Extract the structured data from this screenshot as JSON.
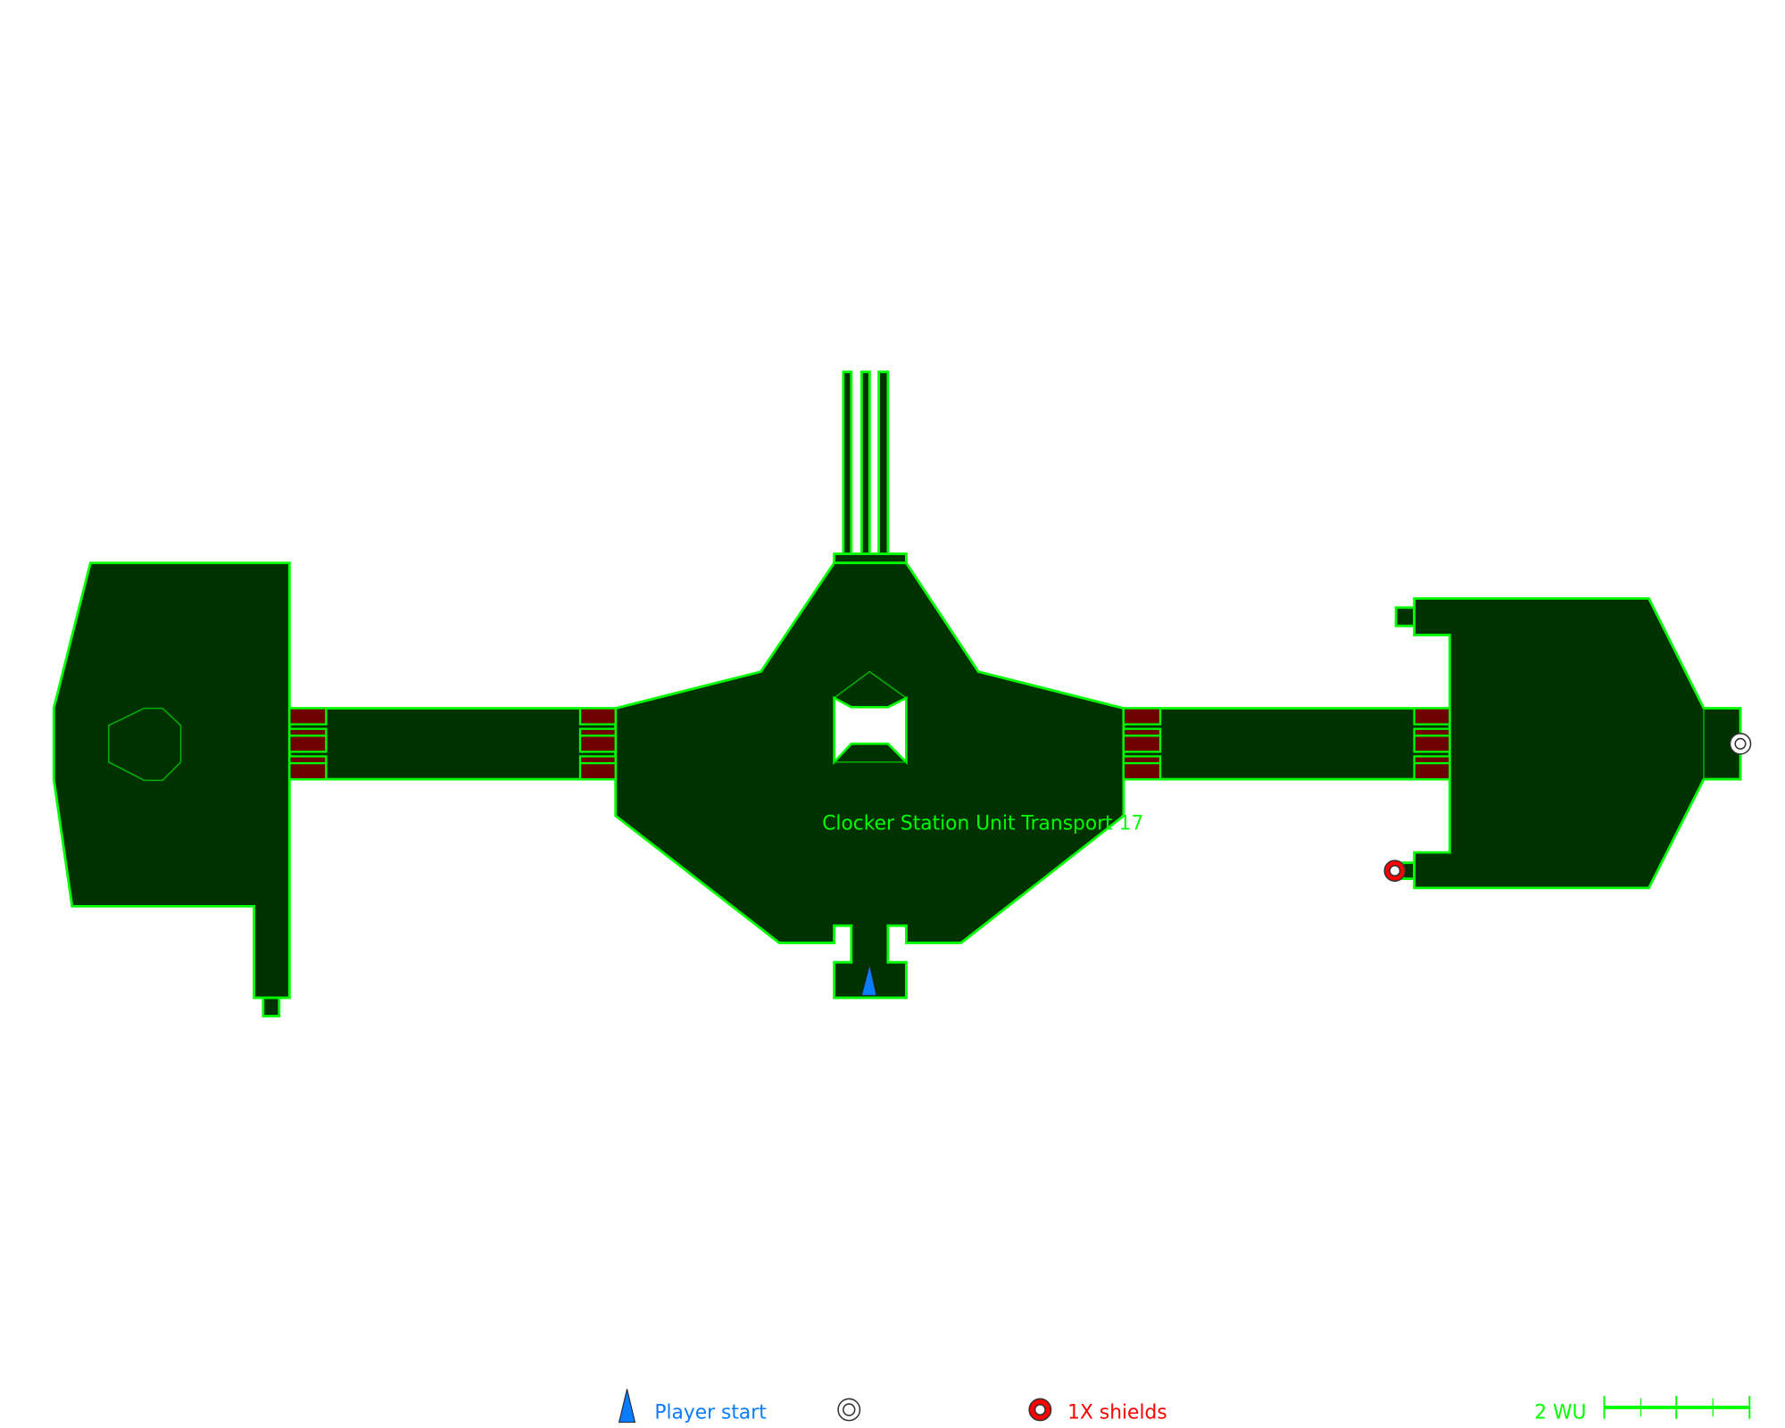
{
  "map": {
    "title": "Clocker Station Unit Transport 17",
    "colors": {
      "room_fill": "#003200",
      "wall": "#00ff00",
      "door": "#6e0000",
      "player": "#0a7cff",
      "shield": "#ff0000"
    }
  },
  "legend": {
    "player_start_label": "Player start",
    "shields_label": "1X shields",
    "scale_label": "2 WU"
  }
}
